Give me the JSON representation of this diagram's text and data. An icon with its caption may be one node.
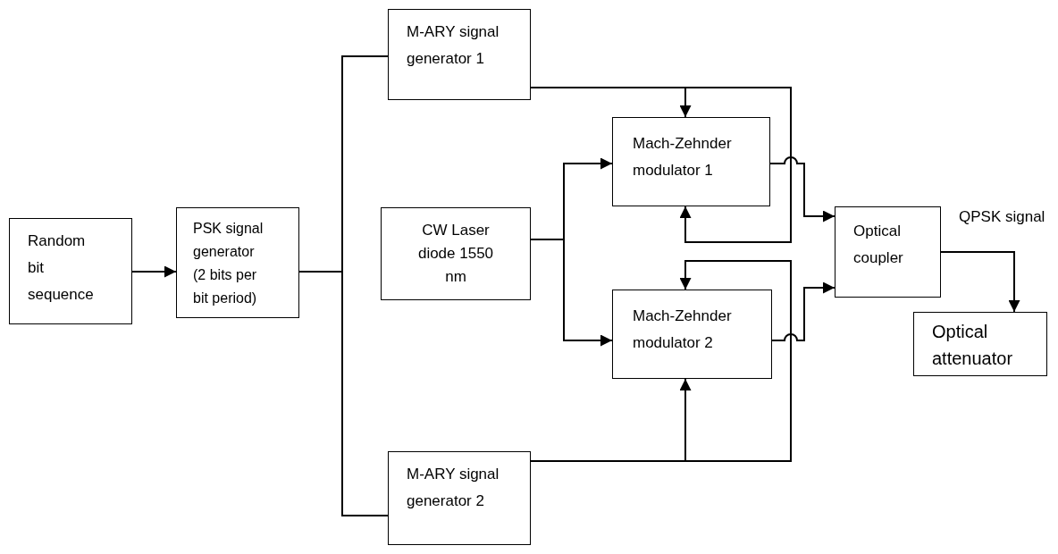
{
  "diagram": {
    "nodes": [
      {
        "text": [
          "Random bit sequence"
        ]
      },
      {
        "text": [
          "PSK signal generator (2 bits per bit period)"
        ]
      },
      {
        "text": [
          "M-ARY signal generator 1"
        ]
      },
      {
        "text": [
          "CW Laser diode 1550 nm"
        ]
      },
      {
        "text": [
          "M-ARY signal generator 2"
        ]
      },
      {
        "text": [
          "Mach-Zehnder modulator 1"
        ]
      },
      {
        "text": [
          "Mach-Zehnder modulator 2"
        ]
      },
      {
        "text": [
          "Optical coupler"
        ]
      },
      {
        "text": [
          "Optical attenuator"
        ]
      }
    ],
    "edges": [
      {
        "from": 0,
        "to": 1,
        "arrow": "to"
      },
      {
        "from": 1,
        "to": 2,
        "arrow": "none"
      },
      {
        "from": 1,
        "to": 4,
        "arrow": "none"
      },
      {
        "from": 2,
        "to": 5,
        "arrow": "to"
      },
      {
        "from": 2,
        "to": 5,
        "arrow": "to"
      },
      {
        "from": 3,
        "to": 5,
        "arrow": "to"
      },
      {
        "from": 3,
        "to": 6,
        "arrow": "to"
      },
      {
        "from": 4,
        "to": 6,
        "arrow": "to"
      },
      {
        "from": 4,
        "to": 6,
        "arrow": "to"
      },
      {
        "from": 5,
        "to": 7,
        "arrow": "to"
      },
      {
        "from": 6,
        "to": 7,
        "arrow": "to"
      },
      {
        "from": 7,
        "to": 8,
        "arrow": "to",
        "label": "QPSK signal"
      }
    ]
  }
}
